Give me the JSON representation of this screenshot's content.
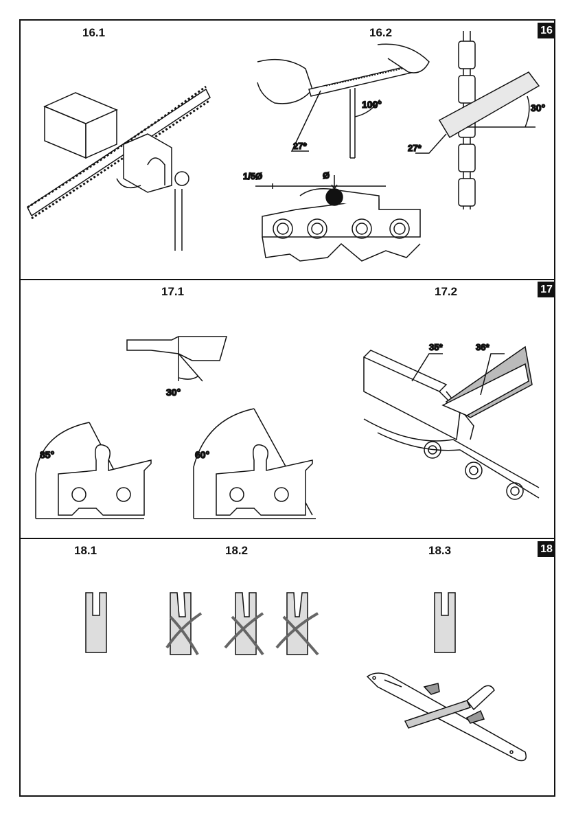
{
  "sections": [
    {
      "badge": "16",
      "figures": [
        "16.1",
        "16.2"
      ]
    },
    {
      "badge": "17",
      "figures": [
        "17.1",
        "17.2"
      ]
    },
    {
      "badge": "18",
      "figures": [
        "18.1",
        "18.2",
        "18.3"
      ]
    }
  ],
  "fig16_2": {
    "file_label": "27*",
    "file_angle": "100°",
    "side_angle": "30°",
    "depth_label": "1/5Ø",
    "diameter_label": "Ø"
  },
  "fig17_1": {
    "top_angle": "30°",
    "angle_left": "85°",
    "angle_right": "60°"
  },
  "fig17_2": {
    "gauge_label": "35*",
    "flat_file_label": "36*"
  }
}
